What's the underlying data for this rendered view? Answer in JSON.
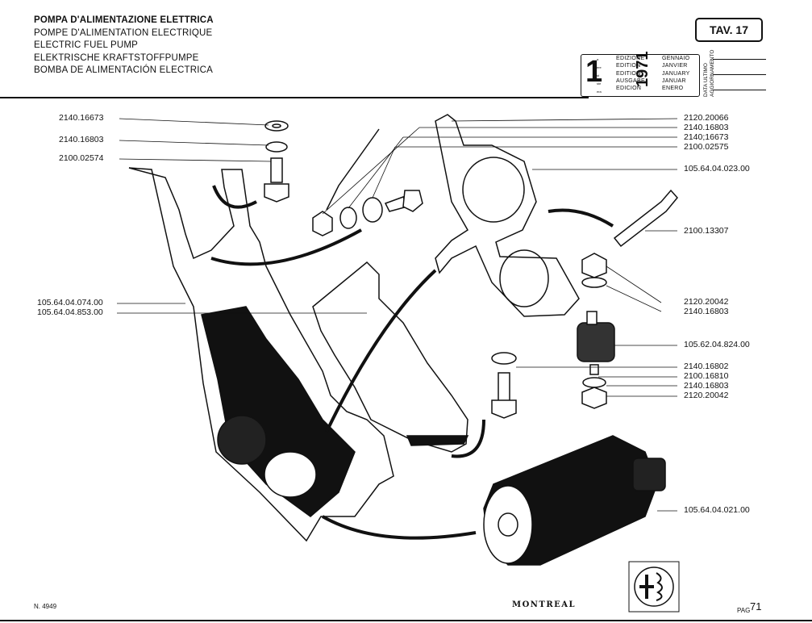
{
  "header": {
    "titles": [
      "POMPA D'ALIMENTAZIONE ELETTRICA",
      "POMPE D'ALIMENTATION ELECTRIQUE",
      "ELECTRIC FUEL PUMP",
      "ELEKTRISCHE KRAFTSTOFFPUMPE",
      "BOMBA DE ALIMENTACIÓN ELECTRICA"
    ],
    "table_ref": "TAV. 17"
  },
  "edition_box": {
    "number": "1",
    "suffixes": [
      "a",
      "ere",
      "st",
      "ste",
      "era"
    ],
    "labels": [
      "EDIZIONE",
      "EDITION",
      "EDITION",
      "AUSGABE",
      "EDICION"
    ],
    "year": "1971",
    "months": [
      "GENNAIO",
      "JANVIER",
      "JANUARY",
      "JANUAR",
      "ENERO"
    ],
    "update_label": [
      "DATA ULTIMO",
      "AGGIORNAMENTO"
    ]
  },
  "labels_left": [
    "2140.16673",
    "2140.16803",
    "2100.02574",
    "105.64.04.074.00",
    "105.64.04.853.00"
  ],
  "labels_right": [
    "2120.20066",
    "2140.16803",
    "2140;16673",
    "2100.02575",
    "105.64.04.023.00",
    "2100.13307",
    "2120.20042",
    "2140.16803",
    "105.62.04.824.00",
    "2140.16802",
    "2100.16810",
    "2140.16803",
    "2120.20042",
    "105.64.04.021.00"
  ],
  "footer": {
    "doc_number": "N. 4949",
    "brand": "MONTREAL",
    "page_label": "PAG",
    "page_number": "71"
  }
}
